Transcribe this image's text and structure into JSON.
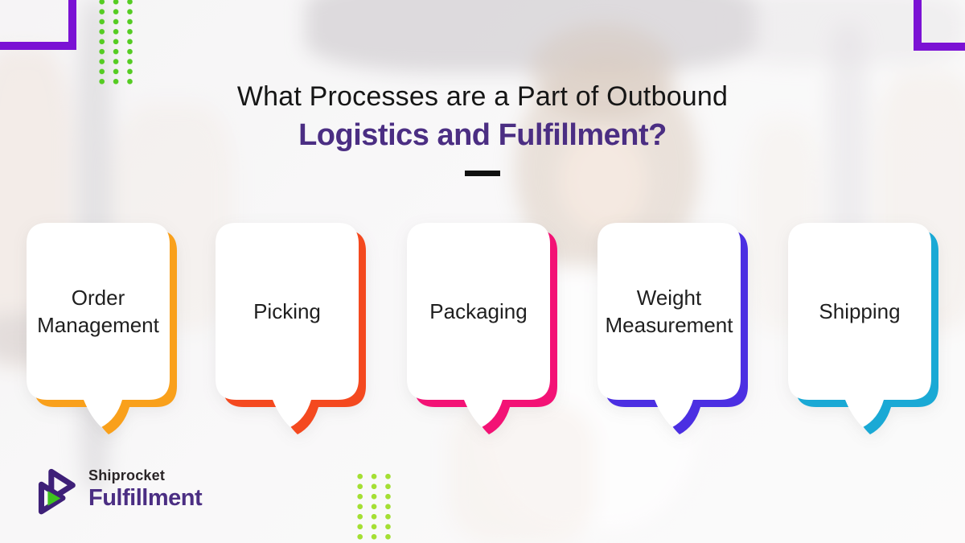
{
  "title": {
    "line1": "What Processes are a Part of Outbound",
    "line2": "Logistics and Fulfillment?",
    "line1_color": "#161616",
    "line2_color": "#4B2E83"
  },
  "cards": [
    {
      "label": "Order Management",
      "accent": "#F9A01B"
    },
    {
      "label": "Picking",
      "accent": "#F4491F"
    },
    {
      "label": "Packaging",
      "accent": "#F31275"
    },
    {
      "label": "Weight Measurement",
      "accent": "#4B2FE2"
    },
    {
      "label": "Shipping",
      "accent": "#1AA9D5"
    }
  ],
  "logo": {
    "brand": "Shiprocket",
    "product": "Fulfillment",
    "icon": "play-triangles-icon",
    "brand_color": "#2A2527",
    "product_color": "#4B2E83",
    "icon_purple": "#3E2078",
    "icon_green": "#3FC41F"
  },
  "decor": {
    "bracket_color": "#7B12D4",
    "dots_top_color": "#55CC22",
    "dots_bottom_color": "#A4DF33"
  }
}
